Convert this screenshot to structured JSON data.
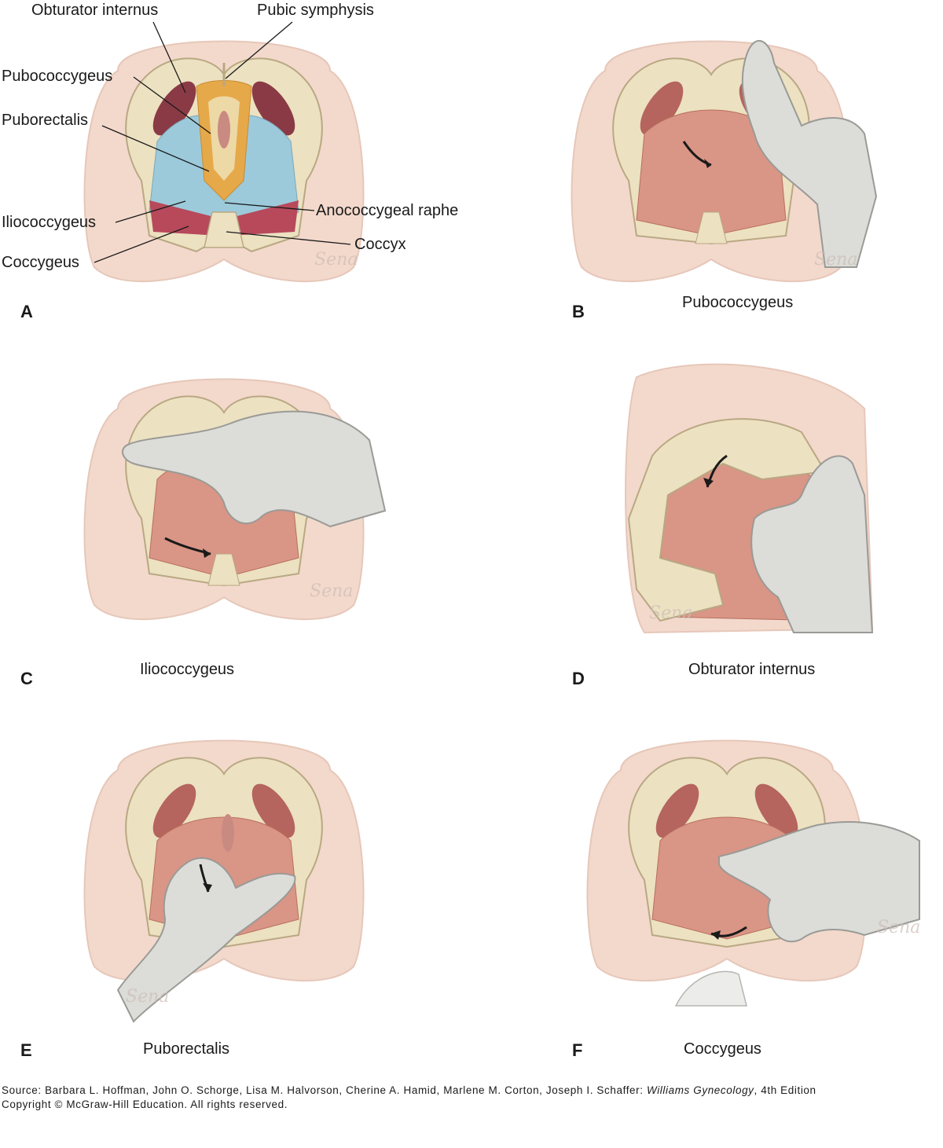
{
  "panels": [
    {
      "letter": "A",
      "caption": ""
    },
    {
      "letter": "B",
      "caption": "Pubococcygeus"
    },
    {
      "letter": "C",
      "caption": "Iliococcygeus"
    },
    {
      "letter": "D",
      "caption": "Obturator internus"
    },
    {
      "letter": "E",
      "caption": "Puborectalis"
    },
    {
      "letter": "F",
      "caption": "Coccygeus"
    }
  ],
  "labels": {
    "obturator_internus": "Obturator internus",
    "pubic_symphysis": "Pubic symphysis",
    "pubococcygeus": "Pubococcygeus",
    "puborectalis": "Puborectalis",
    "iliococcygeus": "Iliococcygeus",
    "anococcygeal_raphe": "Anococcygeal raphe",
    "coccygeus": "Coccygeus",
    "coccyx": "Coccyx"
  },
  "artist_signature": "Sena",
  "source": {
    "prefix": "Source: Barbara L. Hoffman, John O. Schorge, Lisa M. Halvorson, Cherine A. Hamid, Marlene M. Corton, Joseph I. Schaffer:",
    "book": "Williams Gynecology",
    "edition": ", 4th Edition",
    "copyright": "Copyright © McGraw-Hill Education. All rights reserved."
  },
  "colors": {
    "skin": "#f3d9cc",
    "bone": "#ece1c1",
    "muscle": "#d99585",
    "muscle_dark": "#8a3a45",
    "glove": "#dcdcd8",
    "pubococcygeus": "#e6a94a",
    "iliococcygeus": "#9ccadb",
    "coccygeus": "#b7495b"
  }
}
